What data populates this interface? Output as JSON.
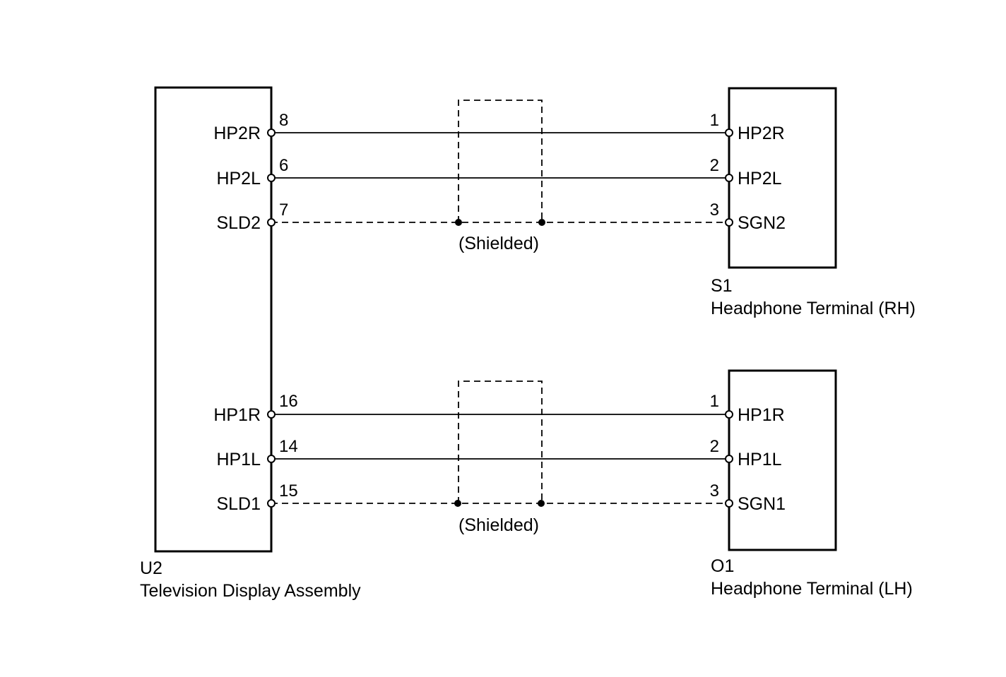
{
  "u2": {
    "id": "U2",
    "name": "Television Display Assembly",
    "pins": [
      {
        "num": "8",
        "label": "HP2R"
      },
      {
        "num": "6",
        "label": "HP2L"
      },
      {
        "num": "7",
        "label": "SLD2"
      },
      {
        "num": "16",
        "label": "HP1R"
      },
      {
        "num": "14",
        "label": "HP1L"
      },
      {
        "num": "15",
        "label": "SLD1"
      }
    ]
  },
  "s1": {
    "id": "S1",
    "name": "Headphone Terminal (RH)",
    "pins": [
      {
        "num": "1",
        "label": "HP2R"
      },
      {
        "num": "2",
        "label": "HP2L"
      },
      {
        "num": "3",
        "label": "SGN2"
      }
    ]
  },
  "o1": {
    "id": "O1",
    "name": "Headphone Terminal (LH)",
    "pins": [
      {
        "num": "1",
        "label": "HP1R"
      },
      {
        "num": "2",
        "label": "HP1L"
      },
      {
        "num": "3",
        "label": "SGN1"
      }
    ]
  },
  "shield_top": "(Shielded)",
  "shield_bottom": "(Shielded)"
}
